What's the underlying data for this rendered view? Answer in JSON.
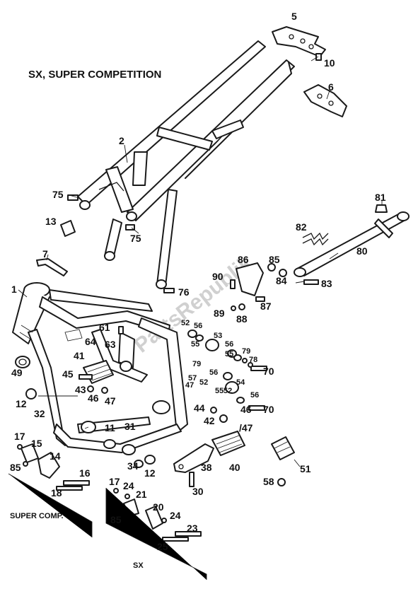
{
  "title": "SX, SUPER COMPETITION",
  "groups": {
    "super_comp": "SUPER COMP.",
    "sx": "SX"
  },
  "watermark": "PartsRepublik",
  "callouts": {
    "c1": "1",
    "c2": "2",
    "c5": "5",
    "c6": "6",
    "c7": "7",
    "c10": "10",
    "c11": "11",
    "c12a": "12",
    "c12b": "12",
    "c13": "13",
    "c14": "14",
    "c15": "15",
    "c16": "16",
    "c17a": "17",
    "c17b": "17",
    "c18": "18",
    "c20": "20",
    "c21": "21",
    "c23": "23",
    "c24a": "24",
    "c24b": "24",
    "c25": "25",
    "c30": "30",
    "c31": "31",
    "c32": "32",
    "c34": "34",
    "c38": "38",
    "c40": "40",
    "c41": "41",
    "c42": "42",
    "c43": "43",
    "c44": "44",
    "c45": "45",
    "c46a": "46",
    "c46b": "46",
    "c47a": "47",
    "c47b": "/47",
    "c49": "49",
    "c51": "51",
    "c52a": "52",
    "c52b": "52",
    "c52c": "52",
    "c53": "53",
    "c54": "54",
    "c55a": "55",
    "c55b": "55",
    "c55c": "55",
    "c56a": "56",
    "c56b": "56",
    "c56c": "56",
    "c56d": "56",
    "c57": "57",
    "c58": "58",
    "c61": "61",
    "c63": "63",
    "c64": "64",
    "c70a": "70",
    "c70b": "70",
    "c75a": "75",
    "c75b": "75",
    "c76": "76",
    "c78": "78",
    "c79a": "79",
    "c79b": "79",
    "c80": "80",
    "c81": "81",
    "c82": "82",
    "c83": "83",
    "c84": "84",
    "c85a": "85",
    "c85b": "85",
    "c85c": "85",
    "c86": "86",
    "c87": "87",
    "c88": "88",
    "c89": "89",
    "c90": "90"
  }
}
